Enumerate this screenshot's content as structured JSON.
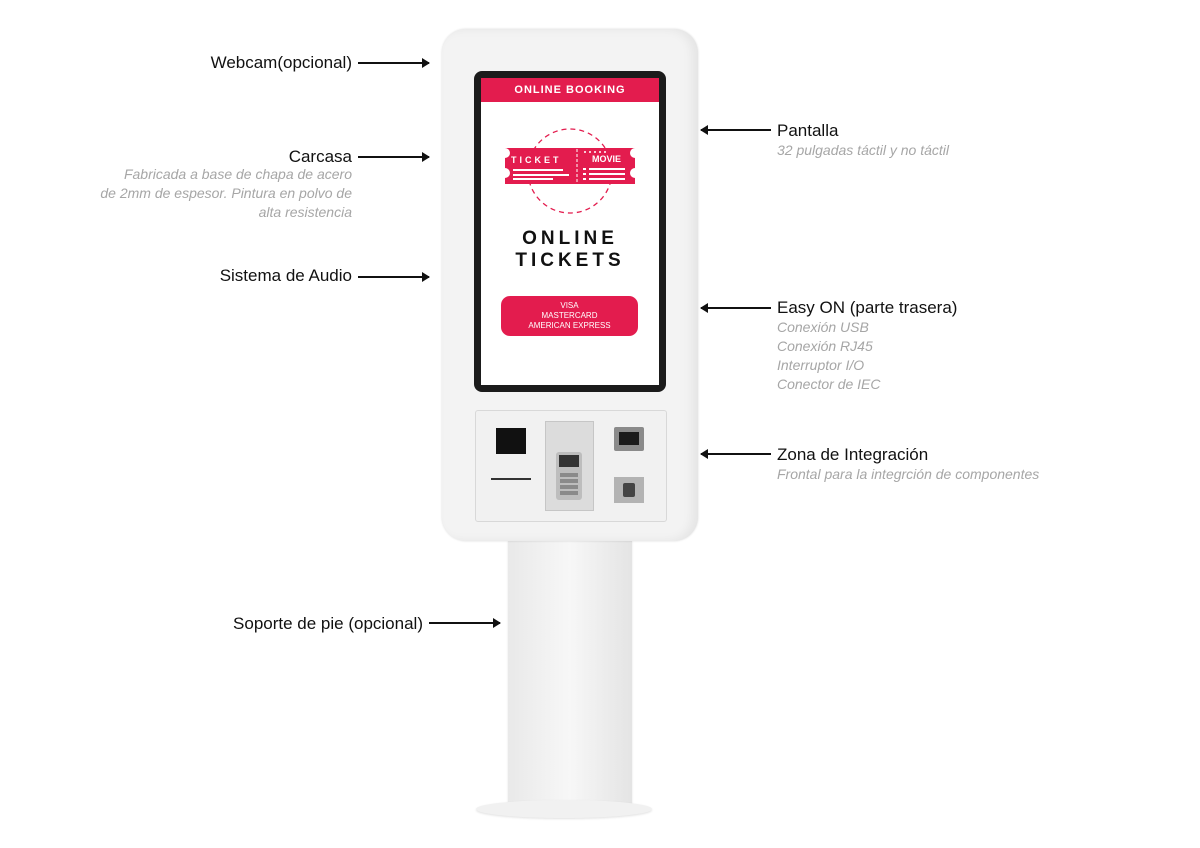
{
  "callouts": {
    "webcam": {
      "label": "Webcam(opcional)"
    },
    "carcasa": {
      "label": "Carcasa",
      "description": [
        "Fabricada a base de chapa de acero",
        "de 2mm de espesor. Pintura en polvo de",
        "alta resistencia"
      ]
    },
    "audio": {
      "label": "Sistema de Audio"
    },
    "soporte": {
      "label": "Soporte de pie (opcional)"
    },
    "pantalla": {
      "label": "Pantalla",
      "description": [
        "32 pulgadas táctil y no táctil"
      ]
    },
    "easy_on": {
      "label": "Easy ON (parte trasera)",
      "description": [
        "Conexión USB",
        "Conexión RJ45",
        "Interruptor I/O",
        "Conector de IEC"
      ]
    },
    "zona": {
      "label": "Zona de Integración",
      "description": [
        "Frontal para la integrción de componentes"
      ]
    }
  },
  "screen": {
    "booking_bar": "ONLINE BOOKING",
    "ticket_left": "TICKET",
    "ticket_right": "MOVIE",
    "headline_line1": "ONLINE",
    "headline_line2": "TICKETS",
    "payment": [
      "VISA",
      "MASTERCARD",
      "AMERICAN EXPRESS"
    ]
  },
  "colors": {
    "accent": "#e31c4e",
    "label_text": "#111111",
    "description_text": "#a6a6a6"
  }
}
